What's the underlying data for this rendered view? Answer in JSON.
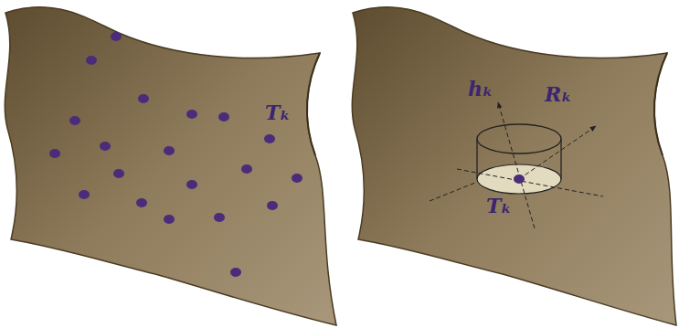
{
  "diagram": {
    "labels": [
      "Tₖ",
      "hₖ",
      "Rₖ",
      "Tₖ"
    ]
  }
}
